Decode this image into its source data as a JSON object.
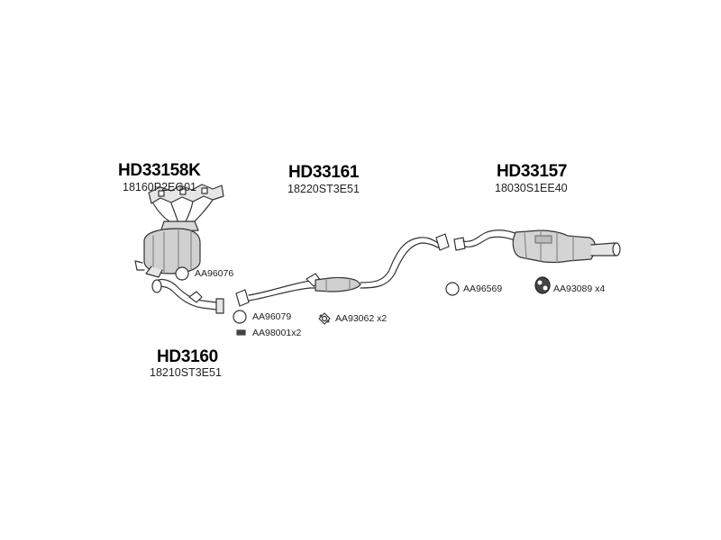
{
  "groups": [
    {
      "code": "HD33158K",
      "oem": "18160P2EG01"
    },
    {
      "code": "HD33161",
      "oem": "18220ST3E51"
    },
    {
      "code": "HD33157",
      "oem": "18030S1EE40"
    },
    {
      "code": "HD3160",
      "oem": "18210ST3E51"
    }
  ],
  "accessories": [
    {
      "code": "AA96076",
      "icon": "ring-gasket-icon"
    },
    {
      "code": "AA96079",
      "icon": "ring-gasket-icon"
    },
    {
      "code": "AA98001x2",
      "icon": "bolt-icon"
    },
    {
      "code": "AA93062 x2",
      "icon": "flange-gasket-icon"
    },
    {
      "code": "AA96569",
      "icon": "ring-gasket-icon"
    },
    {
      "code": "AA93089 x4",
      "icon": "rubber-hanger-icon"
    }
  ],
  "colors": {
    "line": "#333333",
    "part_fill": "#e6e6e6",
    "part_shade": "#a8a8a8"
  }
}
